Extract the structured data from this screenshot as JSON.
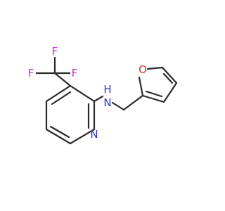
{
  "diagram": {
    "bond_color": "#2b2b2b",
    "atoms": [
      {
        "id": "F1",
        "symbol": "F",
        "color": "#cc33cc"
      },
      {
        "id": "F2",
        "symbol": "F",
        "color": "#cc33cc"
      },
      {
        "id": "F3",
        "symbol": "F",
        "color": "#cc33cc"
      },
      {
        "id": "N_amine",
        "symbol": "N",
        "sub": "H",
        "color": "#2a35c8"
      },
      {
        "id": "O_furan",
        "symbol": "O",
        "color": "#e03020"
      },
      {
        "id": "N_pyridine",
        "symbol": "N",
        "color": "#2a35c8"
      }
    ]
  }
}
